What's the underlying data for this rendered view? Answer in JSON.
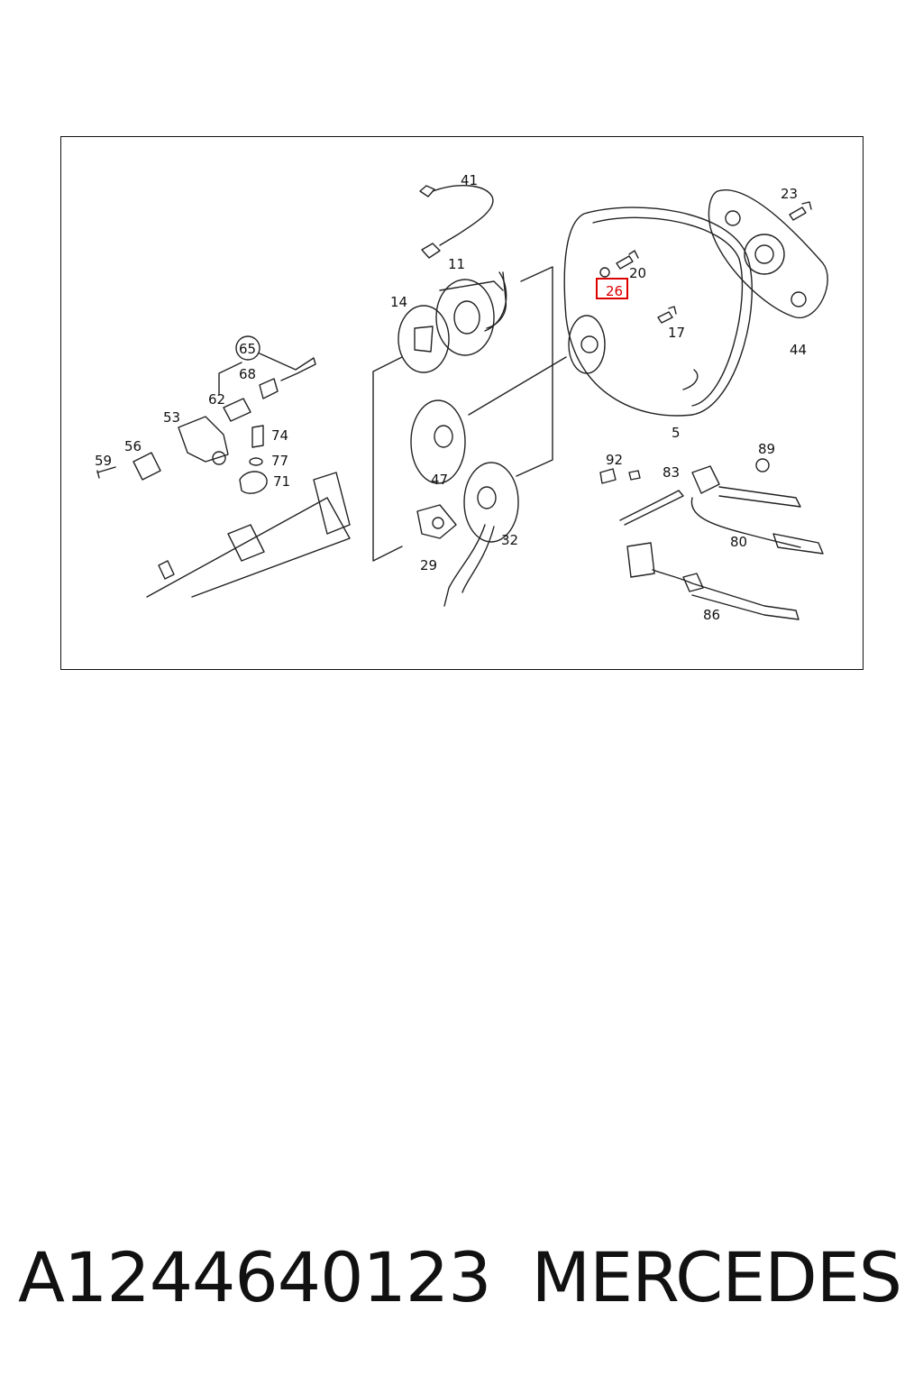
{
  "highlight_label": "26",
  "part_labels": [
    "41",
    "11",
    "14",
    "20",
    "17",
    "23",
    "44",
    "5",
    "65",
    "68",
    "62",
    "53",
    "56",
    "59",
    "74",
    "77",
    "71",
    "47",
    "32",
    "29",
    "92",
    "83",
    "89",
    "80",
    "86"
  ],
  "footer": {
    "part_number": "A1244640123",
    "brand": "MERCEDES"
  },
  "colors": {
    "highlight": "#dd0000",
    "ink": "#111111"
  }
}
